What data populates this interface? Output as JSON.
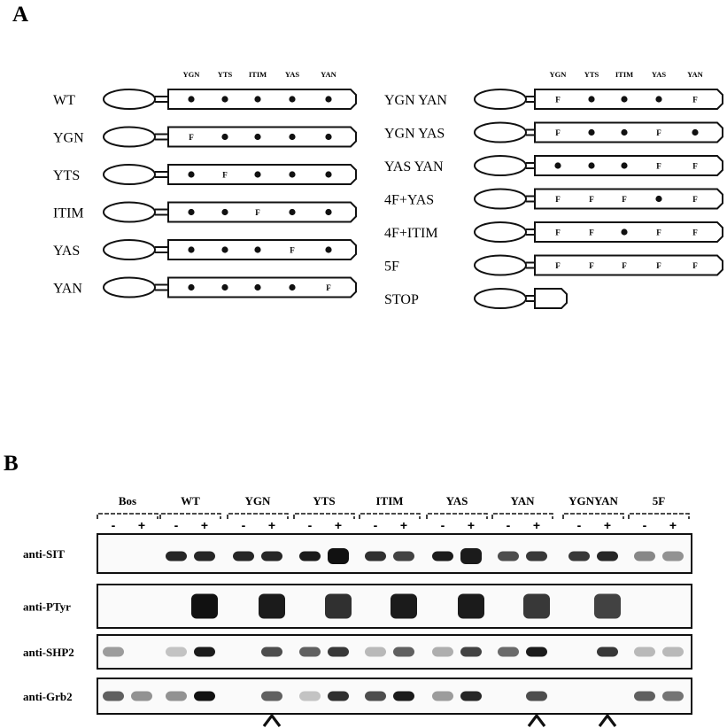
{
  "panel_a": {
    "letter": "A",
    "site_headers": [
      "YGN",
      "YTS",
      "ITIM",
      "YAS",
      "YAN"
    ],
    "left_constructs": [
      {
        "label": "WT",
        "sites": [
          "dot",
          "dot",
          "dot",
          "dot",
          "dot"
        ]
      },
      {
        "label": "YGN",
        "sites": [
          "F",
          "dot",
          "dot",
          "dot",
          "dot"
        ]
      },
      {
        "label": "YTS",
        "sites": [
          "dot",
          "F",
          "dot",
          "dot",
          "dot"
        ]
      },
      {
        "label": "ITIM",
        "sites": [
          "dot",
          "dot",
          "F",
          "dot",
          "dot"
        ]
      },
      {
        "label": "YAS",
        "sites": [
          "dot",
          "dot",
          "dot",
          "F",
          "dot"
        ]
      },
      {
        "label": "YAN",
        "sites": [
          "dot",
          "dot",
          "dot",
          "dot",
          "F"
        ]
      }
    ],
    "right_constructs": [
      {
        "label": "YGN YAN",
        "sites": [
          "F",
          "dot",
          "dot",
          "dot",
          "F"
        ]
      },
      {
        "label": "YGN YAS",
        "sites": [
          "F",
          "dot",
          "dot",
          "F",
          "dot"
        ]
      },
      {
        "label": "YAS YAN",
        "sites": [
          "dot",
          "dot",
          "dot",
          "F",
          "F"
        ]
      },
      {
        "label": "4F+YAS",
        "sites": [
          "F",
          "F",
          "F",
          "dot",
          "F"
        ]
      },
      {
        "label": "4F+ITIM",
        "sites": [
          "F",
          "F",
          "dot",
          "F",
          "F"
        ]
      },
      {
        "label": "5F",
        "sites": [
          "F",
          "F",
          "F",
          "F",
          "F"
        ]
      },
      {
        "label": "STOP",
        "sites": []
      }
    ]
  },
  "panel_b": {
    "letter": "B",
    "lanes": [
      "Bos",
      "WT",
      "YGN",
      "YTS",
      "ITIM",
      "YAS",
      "YAN",
      "YGNYAN",
      "5F"
    ],
    "treatment_minus": "-",
    "treatment_plus": "+",
    "blots": [
      {
        "label": "anti-SIT",
        "bands": [
          [
            0,
            0
          ],
          [
            0.9,
            0.9
          ],
          [
            0.9,
            0.9
          ],
          [
            0.95,
            1.0
          ],
          [
            0.85,
            0.75
          ],
          [
            0.95,
            0.95
          ],
          [
            0.7,
            0.8
          ],
          [
            0.8,
            0.9
          ],
          [
            0.4,
            0.35
          ]
        ]
      },
      {
        "label": "anti-PTyr",
        "bands": [
          [
            0,
            0
          ],
          [
            0,
            1.0
          ],
          [
            0,
            0.95
          ],
          [
            0,
            0.85
          ],
          [
            0,
            0.95
          ],
          [
            0,
            0.95
          ],
          [
            0,
            0.8
          ],
          [
            0,
            0.75
          ],
          [
            0,
            0
          ]
        ]
      },
      {
        "label": "anti-SHP2",
        "bands": [
          [
            0.3,
            0
          ],
          [
            0.1,
            0.95
          ],
          [
            0,
            0.7
          ],
          [
            0.6,
            0.8
          ],
          [
            0.15,
            0.6
          ],
          [
            0.2,
            0.75
          ],
          [
            0.55,
            0.95
          ],
          [
            0,
            0.8
          ],
          [
            0.15,
            0.15
          ]
        ]
      },
      {
        "label": "anti-Grb2",
        "bands": [
          [
            0.6,
            0.35
          ],
          [
            0.35,
            1.0
          ],
          [
            0,
            0.6
          ],
          [
            0.1,
            0.85
          ],
          [
            0.7,
            0.95
          ],
          [
            0.3,
            0.9
          ],
          [
            0,
            0.7
          ],
          [
            0,
            0
          ],
          [
            0.6,
            0.5
          ]
        ]
      }
    ],
    "arrowheads": [
      "YGN",
      "YAN",
      "YGNYAN"
    ]
  }
}
